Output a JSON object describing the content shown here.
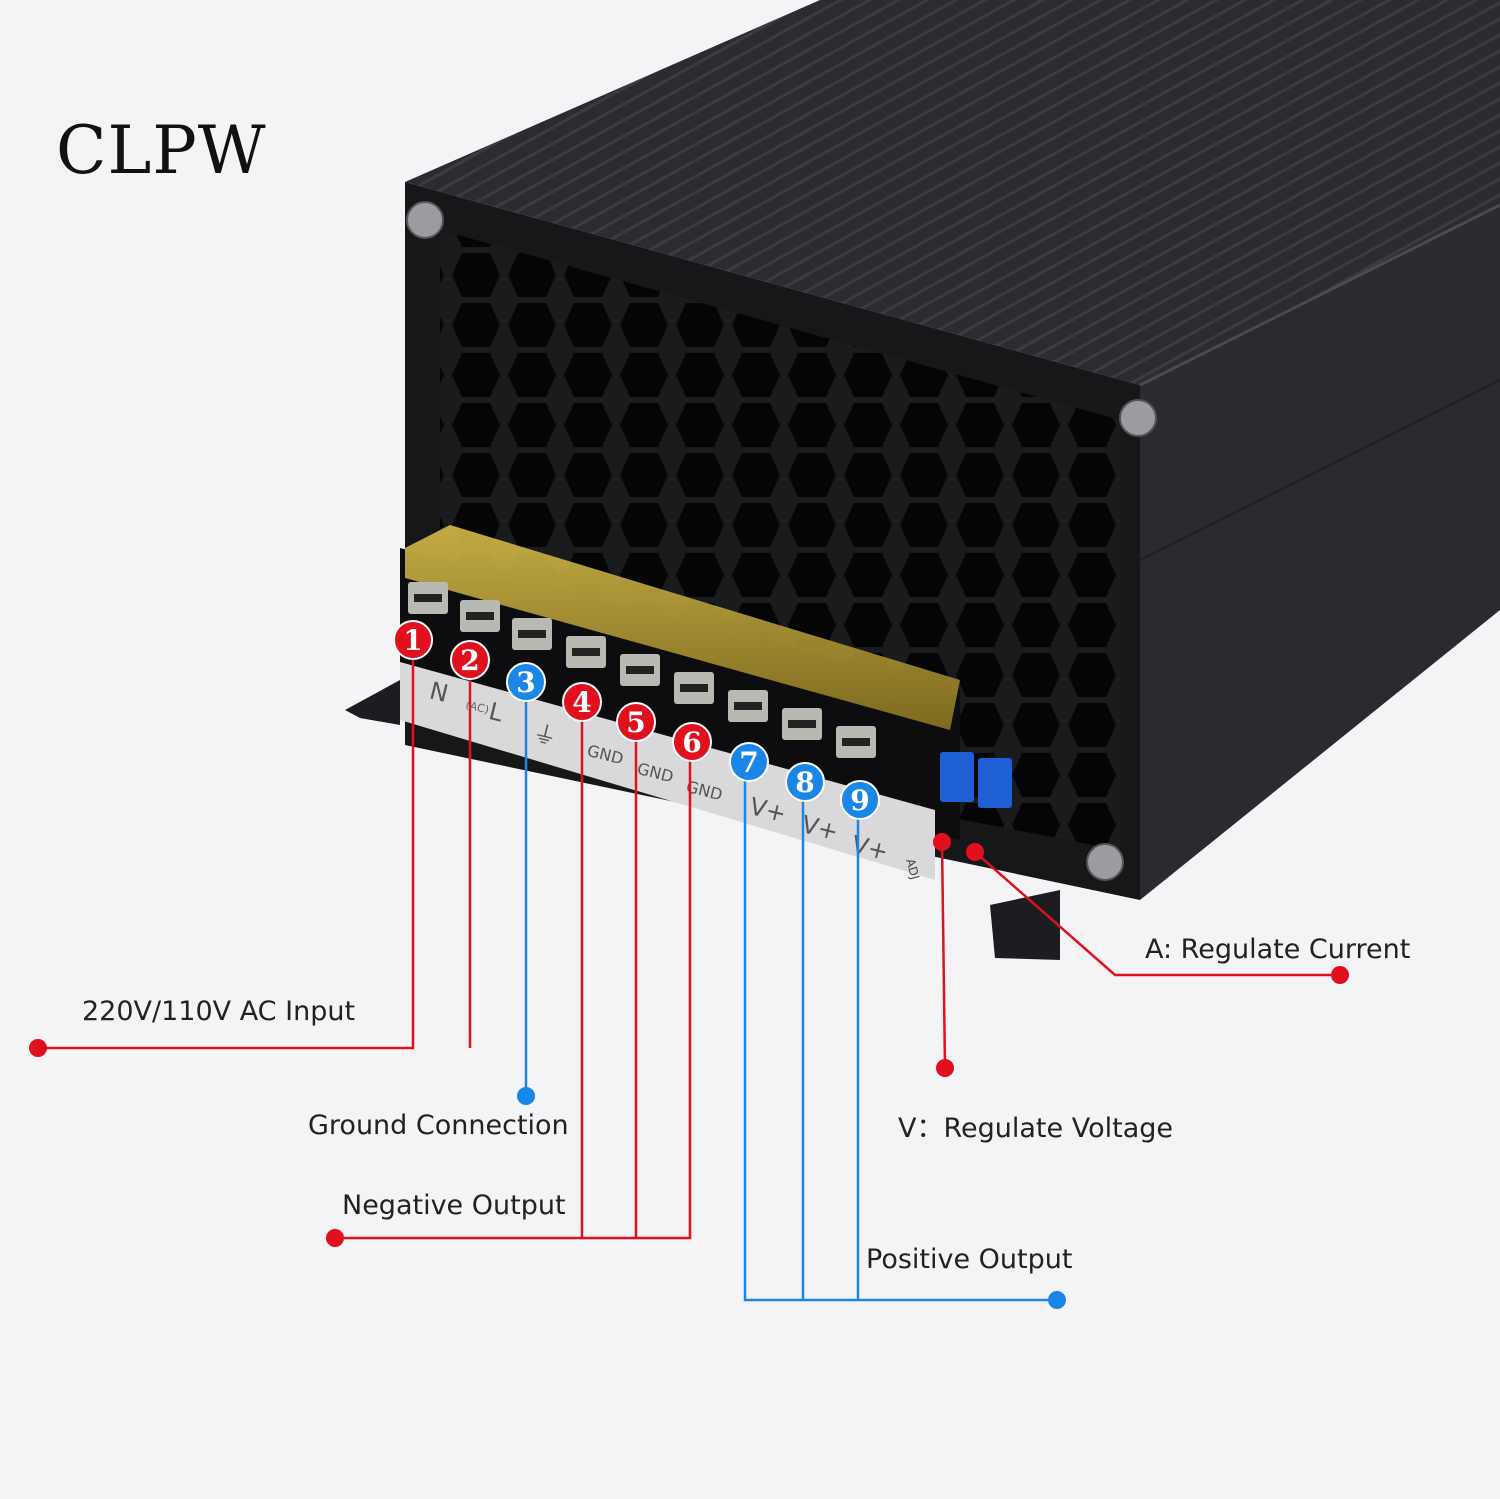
{
  "brand": "CLPW",
  "colors": {
    "red": "#e0101c",
    "blue": "#1a86e8",
    "housing": "#222326",
    "terminal_cover": "#b89a2a",
    "background": "#f4f4f6"
  },
  "terminals": [
    {
      "number": "1",
      "marking": "N",
      "color": "red"
    },
    {
      "number": "2",
      "marking": "L",
      "color": "red"
    },
    {
      "number": "3",
      "marking": "⏚",
      "color": "blue"
    },
    {
      "number": "4",
      "marking": "GND",
      "color": "red"
    },
    {
      "number": "5",
      "marking": "GND",
      "color": "red"
    },
    {
      "number": "6",
      "marking": "GND",
      "color": "red"
    },
    {
      "number": "7",
      "marking": "V+",
      "color": "blue"
    },
    {
      "number": "8",
      "marking": "V+",
      "color": "blue"
    },
    {
      "number": "9",
      "marking": "V+",
      "color": "blue"
    }
  ],
  "strip_small": "(AC)",
  "adj_marking": "ADJ",
  "labels": {
    "ac_input": "220V/110V AC Input",
    "ground": "Ground Connection",
    "negative": "Negative Output",
    "positive": "Positive Output",
    "current": "A: Regulate Current",
    "voltage": "V：Regulate Voltage"
  }
}
